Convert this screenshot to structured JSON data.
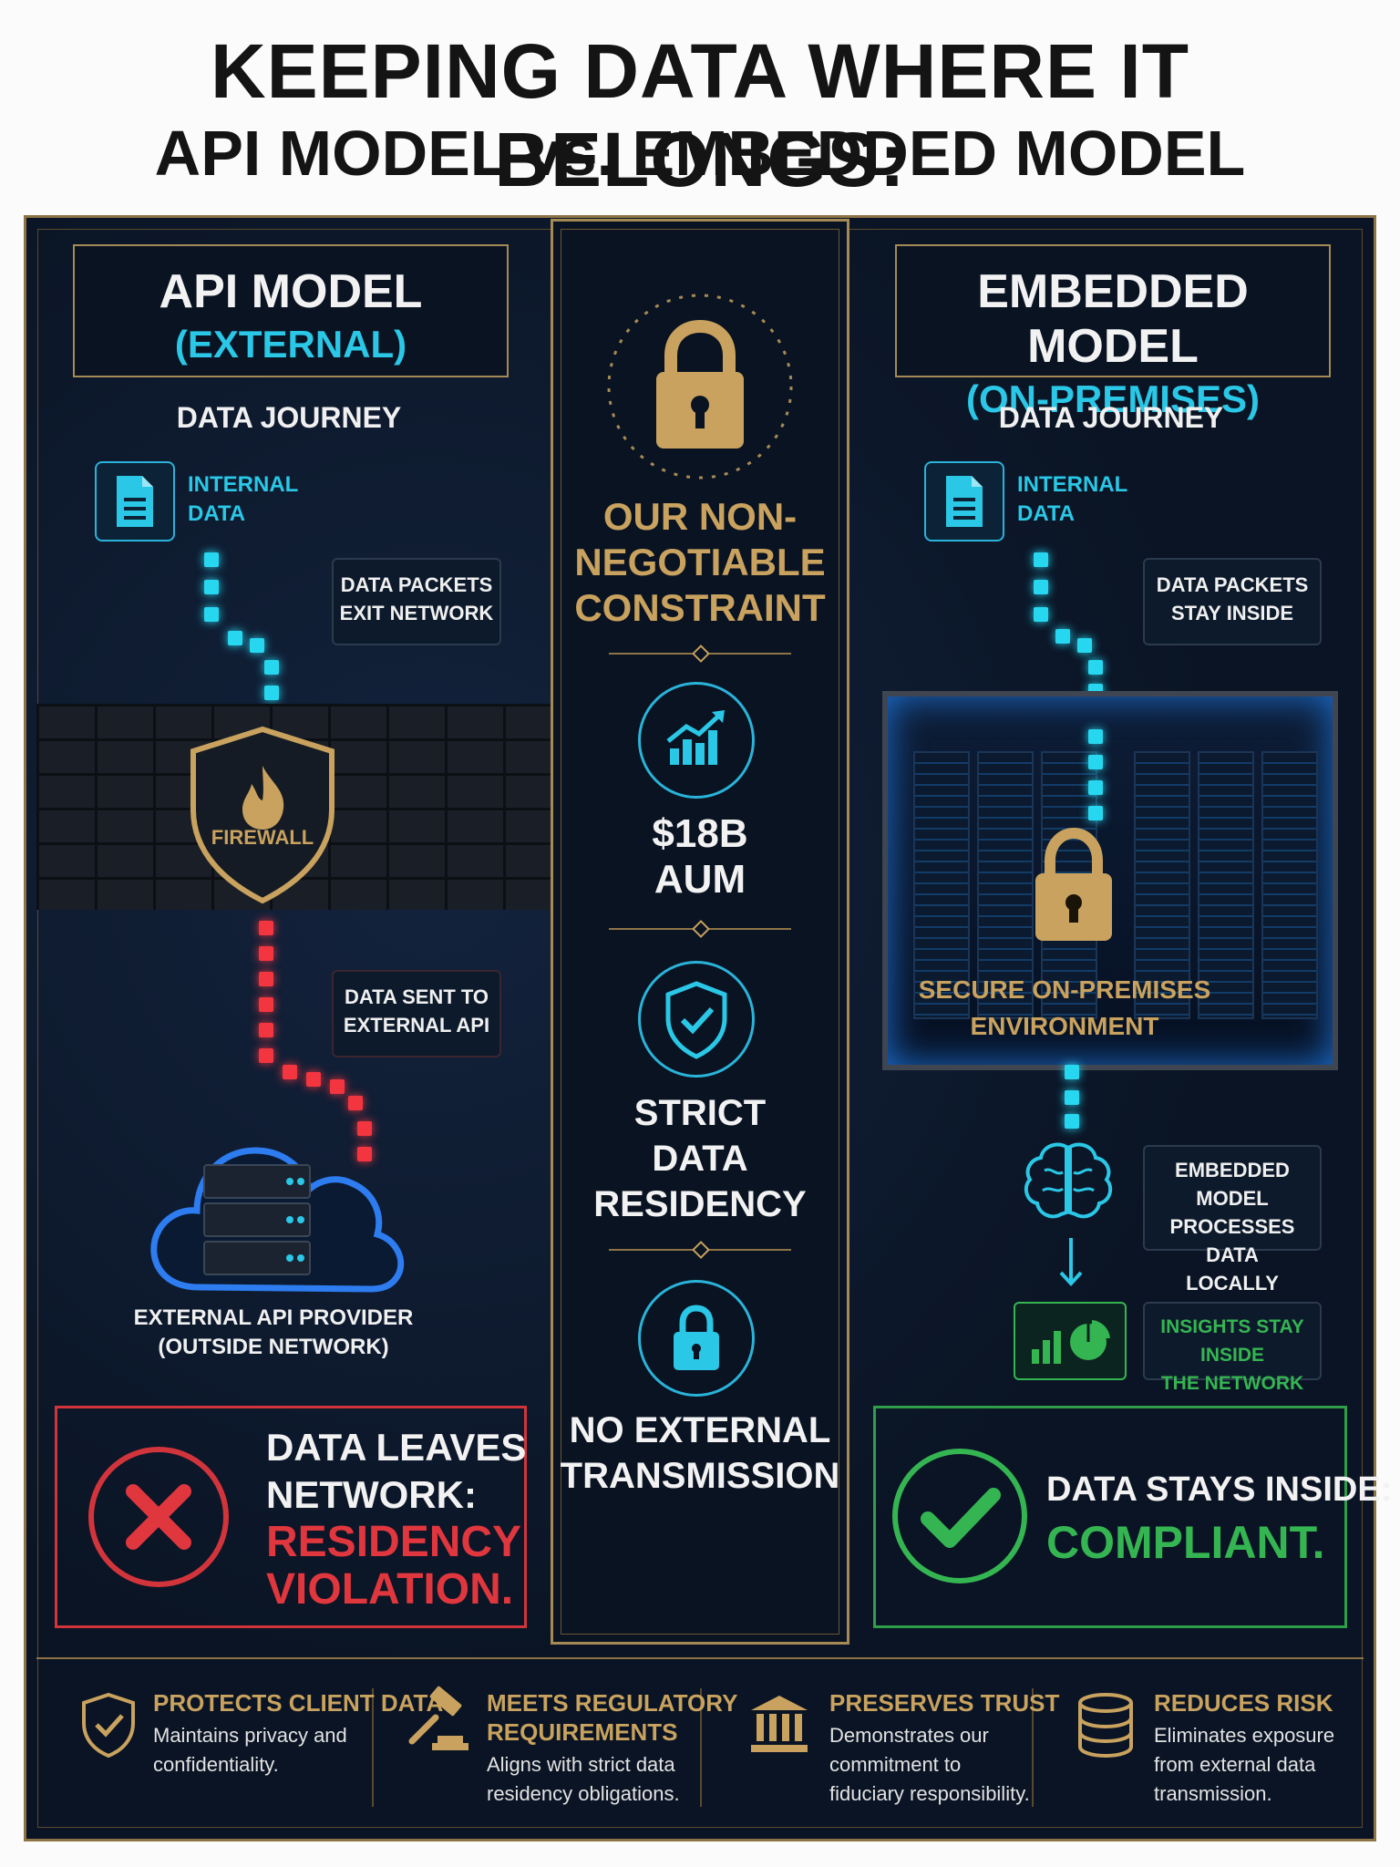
{
  "title": {
    "line1": "KEEPING DATA WHERE IT BELONGS:",
    "line2": "API MODEL vs. EMBEDDED MODEL"
  },
  "api_panel": {
    "title": "API MODEL",
    "subtitle": "(EXTERNAL)",
    "journey_label": "DATA JOURNEY",
    "doc_label_1": "INTERNAL",
    "doc_label_2": "DATA",
    "tag_exit_1": "DATA PACKETS",
    "tag_exit_2": "EXIT NETWORK",
    "firewall_label": "FIREWALL",
    "tag_sent_1": "DATA SENT TO",
    "tag_sent_2": "EXTERNAL API",
    "cloud_label_1": "EXTERNAL API PROVIDER",
    "cloud_label_2": "(OUTSIDE NETWORK)",
    "result_line1": "DATA LEAVES",
    "result_line2": "NETWORK:",
    "result_line3": "RESIDENCY",
    "result_line4": "VIOLATION."
  },
  "center": {
    "heading_1": "OUR NON-",
    "heading_2": "NEGOTIABLE",
    "heading_3": "CONSTRAINT",
    "item1_line1": "$18B",
    "item1_line2": "AUM",
    "item2_line1": "STRICT",
    "item2_line2": "DATA",
    "item2_line3": "RESIDENCY",
    "item3_line1": "NO EXTERNAL",
    "item3_line2": "TRANSMISSION"
  },
  "embedded_panel": {
    "title": "EMBEDDED MODEL",
    "subtitle": "(ON-PREMISES)",
    "journey_label": "DATA JOURNEY",
    "doc_label_1": "INTERNAL",
    "doc_label_2": "DATA",
    "tag_stay_1": "DATA PACKETS",
    "tag_stay_2": "STAY INSIDE",
    "env_label_1": "SECURE ON-PREMISES",
    "env_label_2": "ENVIRONMENT",
    "tag_local_1": "EMBEDDED MODEL",
    "tag_local_2": "PROCESSES DATA",
    "tag_local_3": "LOCALLY",
    "tag_insight_1": "INSIGHTS STAY INSIDE",
    "tag_insight_2": "THE NETWORK",
    "result_line1": "DATA STAYS INSIDE:",
    "result_line2": "COMPLIANT."
  },
  "benefits": [
    {
      "title_1": "PROTECTS CLIENT DATA",
      "title_2": "",
      "desc_1": "Maintains privacy and",
      "desc_2": "confidentiality.",
      "desc_3": "",
      "icon": "shield-check-icon"
    },
    {
      "title_1": "MEETS REGULATORY",
      "title_2": "REQUIREMENTS",
      "desc_1": "Aligns with strict data",
      "desc_2": "residency obligations.",
      "desc_3": "",
      "icon": "gavel-icon"
    },
    {
      "title_1": "PRESERVES TRUST",
      "title_2": "",
      "desc_1": "Demonstrates our",
      "desc_2": "commitment to",
      "desc_3": "fiduciary responsibility.",
      "icon": "bank-icon"
    },
    {
      "title_1": "REDUCES RISK",
      "title_2": "",
      "desc_1": "Eliminates exposure",
      "desc_2": "from external data",
      "desc_3": "transmission.",
      "icon": "database-icon"
    }
  ],
  "colors": {
    "gold": "#c8a25e",
    "cyan": "#2ac7e6",
    "red": "#e0363e",
    "green": "#35b552",
    "navy": "#0b1526"
  }
}
